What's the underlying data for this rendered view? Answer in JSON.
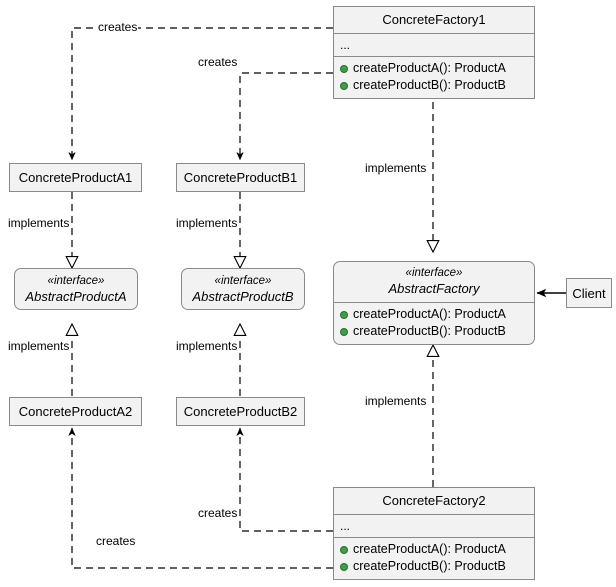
{
  "diagram": {
    "title": "Abstract Factory UML class diagram",
    "colors": {
      "node_fill": "#f2f2f2",
      "node_border": "#8a8a8a",
      "line": "#000000",
      "op_marker": "#3f9c48",
      "background": "#ffffff"
    }
  },
  "nodes": {
    "concrete_factory_1": {
      "name": "ConcreteFactory1",
      "attributes": "...",
      "operations": [
        "createProductA(): ProductA",
        "createProductB(): ProductB"
      ]
    },
    "concrete_factory_2": {
      "name": "ConcreteFactory2",
      "attributes": "...",
      "operations": [
        "createProductA(): ProductA",
        "createProductB(): ProductB"
      ]
    },
    "abstract_factory": {
      "stereotype": "«interface»",
      "name": "AbstractFactory",
      "operations": [
        "createProductA(): ProductA",
        "createProductB(): ProductB"
      ]
    },
    "abstract_product_a": {
      "stereotype": "«interface»",
      "name": "AbstractProductA"
    },
    "abstract_product_b": {
      "stereotype": "«interface»",
      "name": "AbstractProductB"
    },
    "concrete_product_a1": {
      "name": "ConcreteProductA1"
    },
    "concrete_product_b1": {
      "name": "ConcreteProductB1"
    },
    "concrete_product_a2": {
      "name": "ConcreteProductA2"
    },
    "concrete_product_b2": {
      "name": "ConcreteProductB2"
    },
    "client": {
      "name": "Client"
    }
  },
  "edges": {
    "creates_f1_a1": "creates",
    "creates_f1_b1": "creates",
    "creates_f2_b2": "creates",
    "creates_f2_a2": "creates",
    "implements_a1": "implements",
    "implements_b1": "implements",
    "implements_a2": "implements",
    "implements_b2": "implements",
    "implements_f1": "implements",
    "implements_f2": "implements"
  }
}
